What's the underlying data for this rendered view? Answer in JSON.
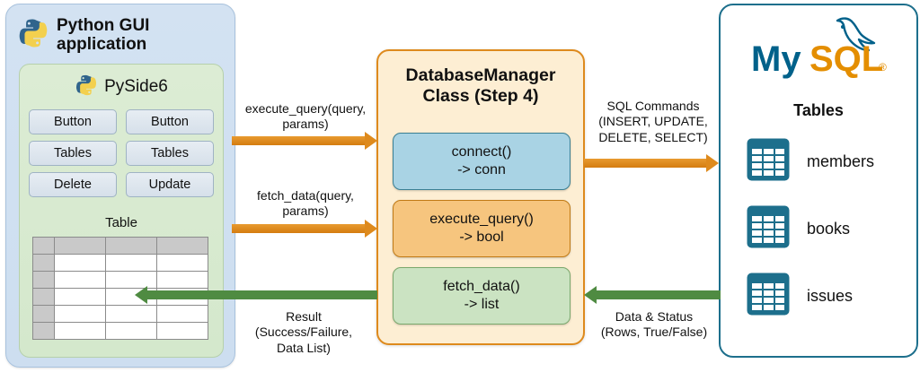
{
  "app_panel": {
    "title": "Python GUI\napplication",
    "logo_icon": "python-logo-icon",
    "pyside": {
      "label": "PySide6",
      "logo_icon": "python-logo-icon",
      "buttons": [
        "Button",
        "Button",
        "Tables",
        "Tables",
        "Delete",
        "Update"
      ],
      "table_caption": "Table",
      "table_grid": {
        "columns": 4,
        "header_rows": 1,
        "data_rows": 5,
        "cells_empty": true
      }
    },
    "colors": {
      "panel_bg": "#cfdff0",
      "inner_bg": "#d8ead0",
      "button_bg": "#dde5ed"
    }
  },
  "dbm_panel": {
    "title": "DatabaseManager\nClass (Step 4)",
    "methods": [
      {
        "name": "connect()",
        "returns": "-> conn",
        "color": "#a9d3e4"
      },
      {
        "name": "execute_query()",
        "returns": "-> bool",
        "color": "#f6c57e"
      },
      {
        "name": "fetch_data()",
        "returns": "-> list",
        "color": "#cbe3c2"
      }
    ],
    "colors": {
      "panel_bg": "#fdeed3",
      "border": "#de8a1d"
    }
  },
  "mysql_panel": {
    "logo_text_my": "My",
    "logo_text_sql": "SQL",
    "logo_trademark": "®",
    "logo_icon": "mysql-dolphin-icon",
    "tables_label": "Tables",
    "tables": [
      {
        "name": "members",
        "icon": "table-grid-icon"
      },
      {
        "name": "books",
        "icon": "table-grid-icon"
      },
      {
        "name": "issues",
        "icon": "table-grid-icon"
      }
    ],
    "colors": {
      "border": "#1d6f8c",
      "logo_my": "#00618a",
      "logo_sql": "#e48e00"
    }
  },
  "edges": [
    {
      "id": "execute-query-call",
      "label": "execute_query(query,\nparams)",
      "direction": "right",
      "color": "#de8a1d"
    },
    {
      "id": "fetch-data-call",
      "label": "fetch_data(query,\nparams)",
      "direction": "right",
      "color": "#de8a1d"
    },
    {
      "id": "sql-commands",
      "label": "SQL Commands\n(INSERT, UPDATE,\nDELETE, SELECT)",
      "direction": "right",
      "color": "#de8a1d"
    },
    {
      "id": "result-return",
      "label": "Result\n(Success/Failure,\nData List)",
      "direction": "left",
      "color": "#4f8b42"
    },
    {
      "id": "data-status-return",
      "label": "Data & Status\n(Rows, True/False)",
      "direction": "left",
      "color": "#4f8b42"
    }
  ]
}
